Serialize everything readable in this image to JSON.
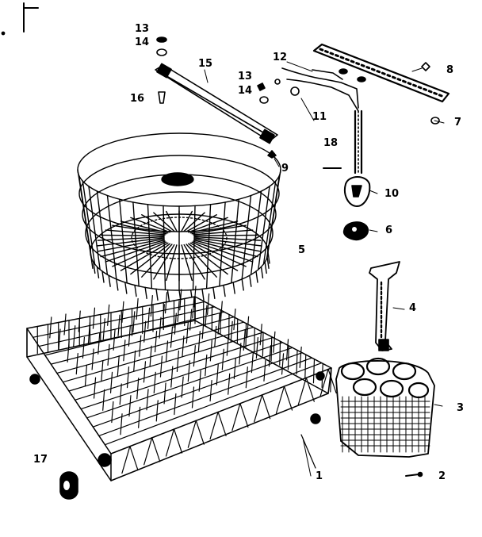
{
  "labels": {
    "l1": "1",
    "l2": "2",
    "l3": "3",
    "l4": "4",
    "l5": "5",
    "l6": "6",
    "l7": "7",
    "l8": "8",
    "l9": "9",
    "l10": "10",
    "l11": "11",
    "l12": "12",
    "l13a": "13",
    "l14a": "14",
    "l13b": "13",
    "l14b": "14",
    "l15": "15",
    "l16": "16",
    "l17": "17",
    "l18": "18"
  },
  "colors": {
    "ink": "#000000",
    "paper": "#ffffff"
  }
}
